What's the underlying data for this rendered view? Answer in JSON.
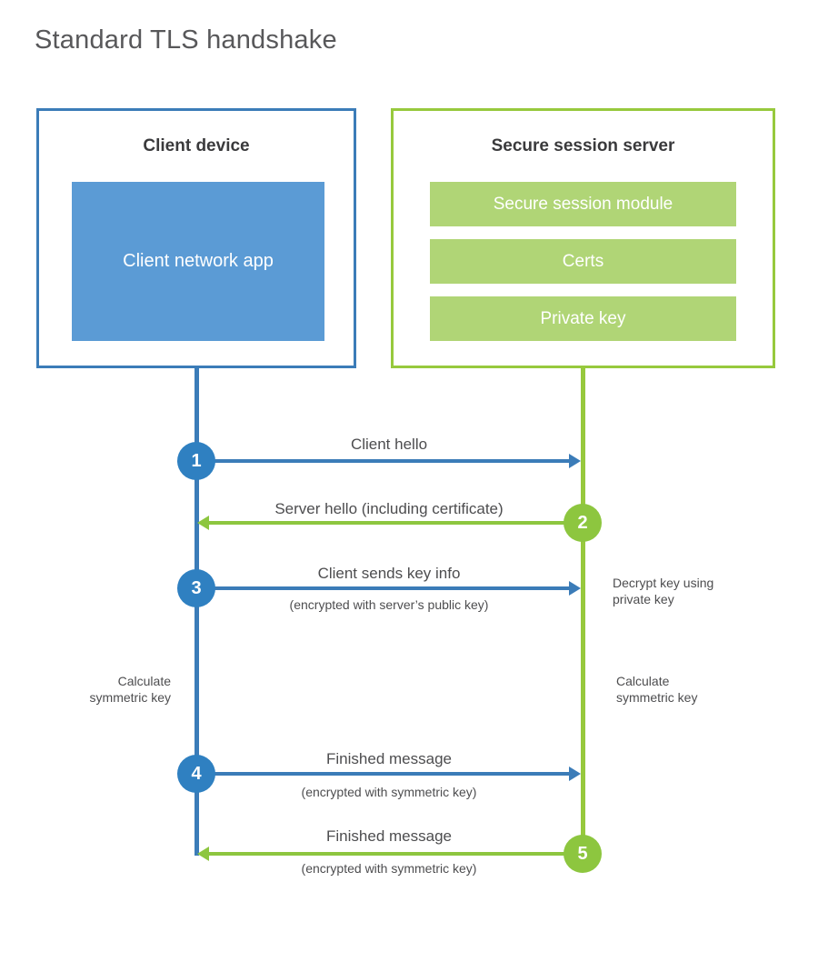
{
  "title": "Standard TLS handshake",
  "colors": {
    "client_border": "#3b7cb8",
    "client_app_fill": "#5b9bd5",
    "server_border": "#97c93d",
    "server_bar_fill": "#b0d576",
    "blue_accent": "#2f80c1",
    "green_accent": "#8dc63f",
    "text": "#4d4d4f",
    "title_text": "#58585a",
    "background": "#ffffff"
  },
  "client_panel": {
    "title": "Client device",
    "app_block": "Client network app"
  },
  "server_panel": {
    "title": "Secure session server",
    "components": [
      "Secure session module",
      "Certs",
      "Private key"
    ]
  },
  "sequence": {
    "steps": [
      {
        "number": "1",
        "direction": "client-to-server",
        "color": "blue",
        "label": "Client hello",
        "sublabel": ""
      },
      {
        "number": "2",
        "direction": "server-to-client",
        "color": "green",
        "label": "Server hello (including certificate)",
        "sublabel": ""
      },
      {
        "number": "3",
        "direction": "client-to-server",
        "color": "blue",
        "label": "Client sends key info",
        "sublabel": "(encrypted with server’s public key)"
      },
      {
        "number": "4",
        "direction": "client-to-server",
        "color": "blue",
        "label": "Finished message",
        "sublabel": "(encrypted with symmetric key)"
      },
      {
        "number": "5",
        "direction": "server-to-client",
        "color": "green",
        "label": "Finished message",
        "sublabel": "(encrypted with symmetric key)"
      }
    ],
    "annotations": {
      "decrypt_key": "Decrypt key using\nprivate key",
      "calculate_symmetric_key_client": "Calculate\nsymmetric key",
      "calculate_symmetric_key_server": "Calculate\nsymmetric key"
    }
  }
}
